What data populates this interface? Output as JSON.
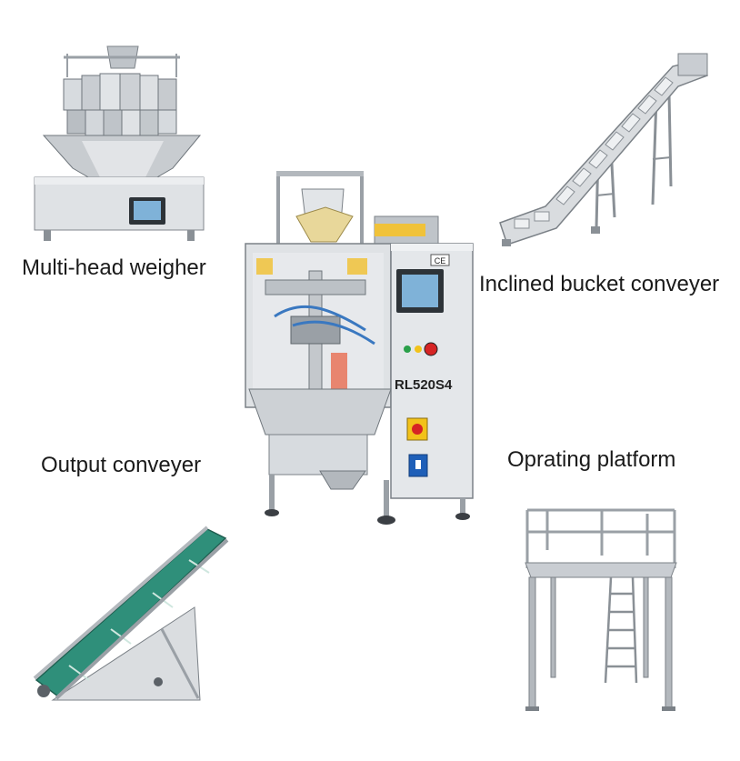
{
  "labels": {
    "weigher": "Multi-head weigher",
    "bucket_conveyor": "Inclined bucket conveyer",
    "output_conveyor": "Output conveyer",
    "platform": "Oprating platform"
  },
  "machine": {
    "model": "RL520S4",
    "cert_mark": "CE"
  },
  "colors": {
    "steel_light": "#e6e8ea",
    "steel_mid": "#c4c8cc",
    "steel_dark": "#8a9096",
    "belt_green": "#2f8f7a",
    "screen_blue": "#7fb2d8",
    "button_red": "#d62424",
    "button_yellow": "#f2c21a",
    "button_blue": "#1e5fb8",
    "tape_yellow": "#f0c23a"
  }
}
